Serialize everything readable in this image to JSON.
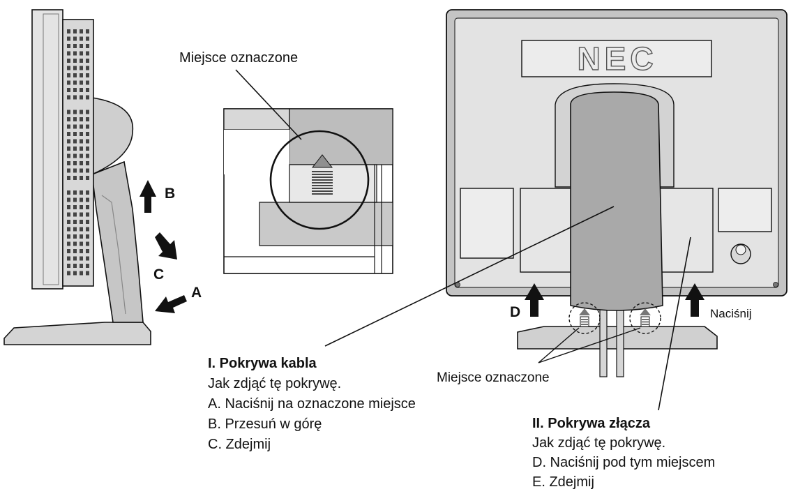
{
  "callouts": {
    "marked_spot_top": "Miejsce oznaczone",
    "marked_spot_bottom": "Miejsce oznaczone",
    "press": "Naciśnij"
  },
  "step_letters": {
    "a": "A",
    "b": "B",
    "c": "C",
    "d": "D"
  },
  "brand_logo_text": "NEC",
  "section_cable_cover": {
    "title": "I. Pokrywa kabla",
    "intro": "Jak zdjąć tę pokrywę.",
    "steps": [
      "A. Naciśnij na oznaczone miejsce",
      "B. Przesuń w górę",
      "C. Zdejmij"
    ]
  },
  "section_connector_cover": {
    "title": "II. Pokrywa złącza",
    "intro": "Jak zdjąć tę pokrywę.",
    "steps": [
      "D. Naciśnij pod tym miejscem",
      "E. Zdejmij"
    ]
  },
  "colors": {
    "line": "#111111",
    "monitor_body": "#dedede",
    "monitor_dark": "#b8b8b8",
    "cover": "#a9a9a9",
    "background": "#ffffff"
  }
}
